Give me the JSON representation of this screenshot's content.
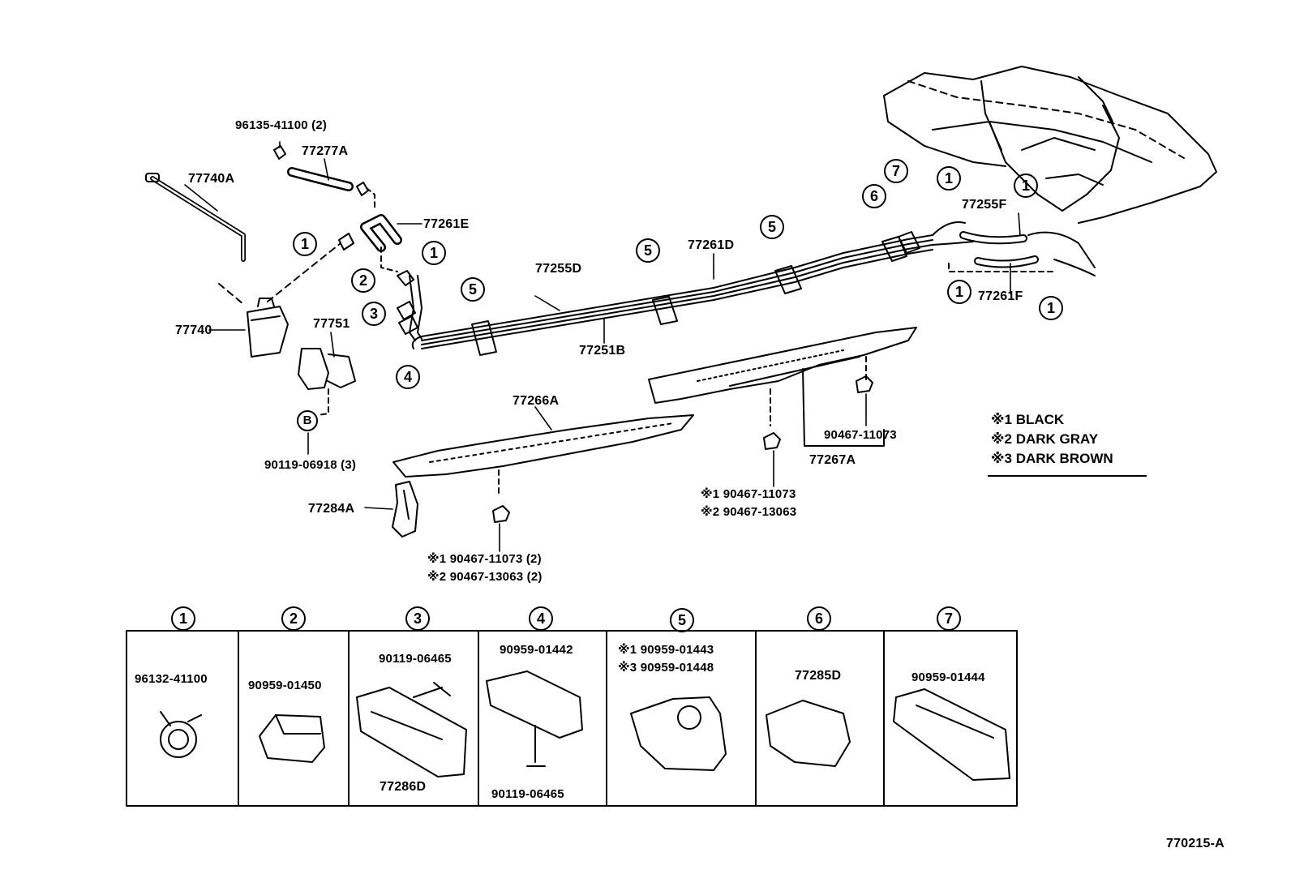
{
  "diagram_code": "770215-A",
  "parts": {
    "p96135": "96135-41100 (2)",
    "p77277A": "77277A",
    "p77740A": "77740A",
    "p77261E": "77261E",
    "p77740": "77740",
    "p77751": "77751",
    "p90119_06918": "90119-06918 (3)",
    "p77255D": "77255D",
    "p77251B": "77251B",
    "p77261D": "77261D",
    "p77255F": "77255F",
    "p77261F": "77261F",
    "p77266A": "77266A",
    "p77284A": "77284A",
    "p77267A": "77267A",
    "p90467_11073": "90467-11073",
    "mid_s1": "※1 90467-11073",
    "mid_s2": "※2 90467-13063",
    "low_s1": "※1 90467-11073 (2)",
    "low_s2": "※2 90467-13063 (2)",
    "b_ref": "B"
  },
  "callouts": [
    "1",
    "2",
    "3",
    "4",
    "5",
    "6",
    "7"
  ],
  "legend": [
    {
      "mark": "※1",
      "color": "BLACK"
    },
    {
      "mark": "※2",
      "color": "DARK GRAY"
    },
    {
      "mark": "※3",
      "color": "DARK BROWN"
    }
  ],
  "clamp_table": {
    "headers": [
      "1",
      "2",
      "3",
      "4",
      "5",
      "6",
      "7"
    ],
    "cells": [
      {
        "parts": [
          "96132-41100"
        ]
      },
      {
        "parts": [
          "90959-01450"
        ]
      },
      {
        "parts": [
          "90119-06465",
          "77286D"
        ]
      },
      {
        "parts": [
          "90959-01442",
          "90119-06465"
        ]
      },
      {
        "parts": [
          "※1 90959-01443",
          "※3 90959-01448"
        ]
      },
      {
        "parts": [
          "77285D"
        ]
      },
      {
        "parts": [
          "90959-01444"
        ]
      }
    ]
  }
}
